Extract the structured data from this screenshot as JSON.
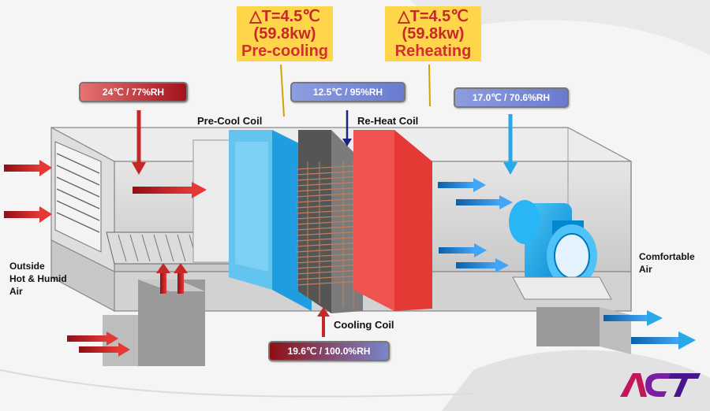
{
  "callouts": [
    {
      "line1": "△T=4.5℃",
      "line2": "(59.8kw)",
      "line3": "Pre-cooling"
    },
    {
      "line1": "△T=4.5℃",
      "line2": "(59.8kw)",
      "line3": "Reheating"
    }
  ],
  "tags": {
    "inlet": "24℃ / 77%RH",
    "after_precool": "12.5℃ / 95%RH",
    "supply": "17.0℃ / 70.6%RH",
    "cooling_coil": "19.6℃ / 100.0%RH"
  },
  "labels": {
    "precool_coil": "Pre-Cool Coil",
    "reheat_coil": "Re-Heat Coil",
    "cooling_coil": "Cooling Coil",
    "outside_air": [
      "Outside",
      "Hot & Humid",
      "Air"
    ],
    "comfortable_air": [
      "Comfortable",
      "Air"
    ]
  },
  "logo": {
    "text": "ACT"
  },
  "colors": {
    "hot_arrow": "#c62828",
    "cool_arrow": "#1e88e5",
    "precool_coil": "#29a8e8",
    "reheat_coil": "#e53935",
    "callout_bg": "#ffd54a",
    "logo_purple": "#7b1fa2"
  }
}
